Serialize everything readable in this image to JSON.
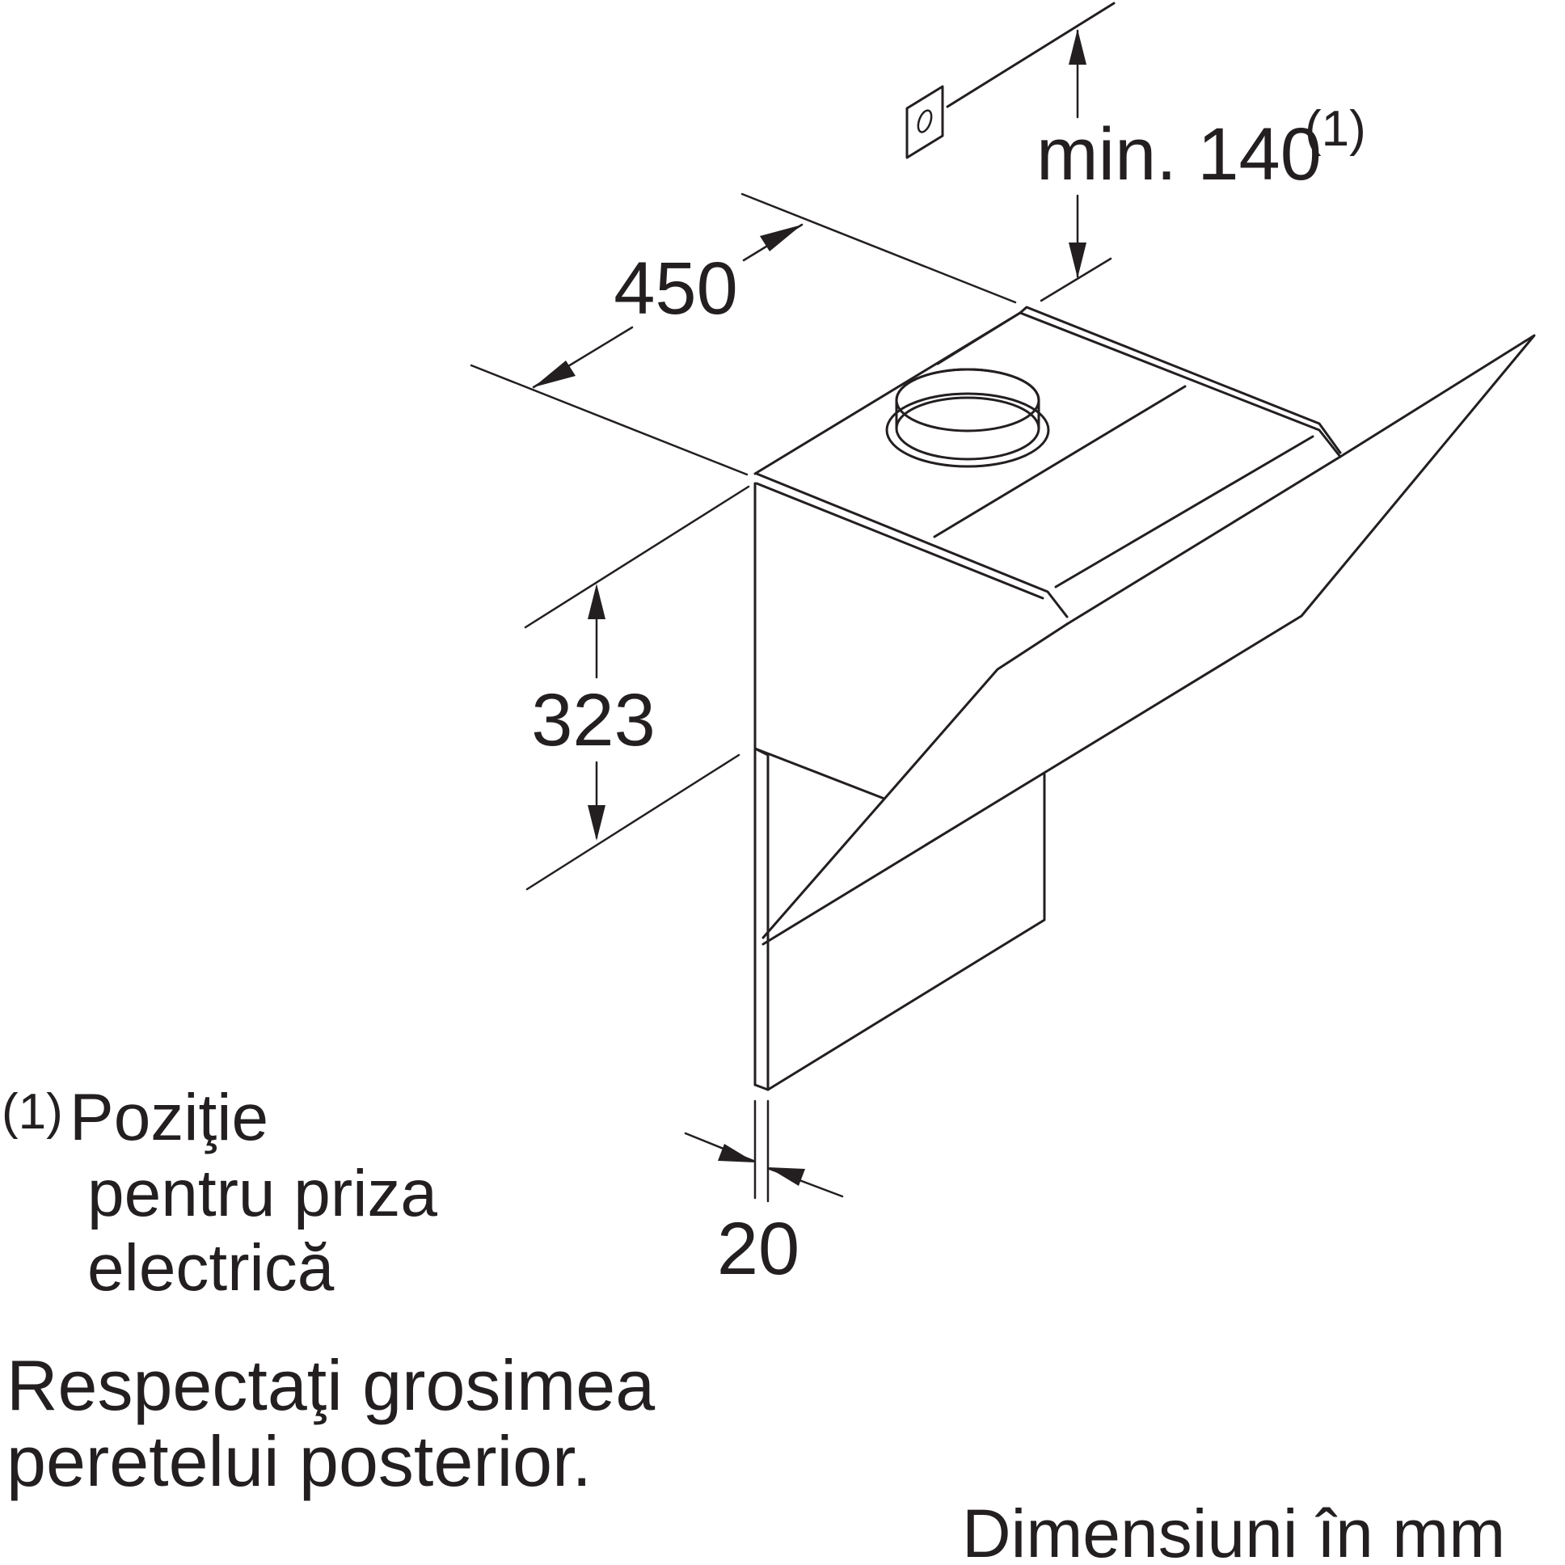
{
  "dimensions": {
    "width_450": "450",
    "top_clearance_main": "min. 140",
    "top_clearance_note_ref": "(1)",
    "height_323": "323",
    "wall_thickness_20": "20"
  },
  "footnote": {
    "marker": "(1)",
    "line1": "Poziţie",
    "line2": "pentru priza",
    "line3": "electrică"
  },
  "note": {
    "line1": "Respectaţi grosimea",
    "line2": "peretelui posterior."
  },
  "units_label": "Dimensiuni în mm",
  "icons": {
    "socket": "electrical-socket-icon"
  }
}
